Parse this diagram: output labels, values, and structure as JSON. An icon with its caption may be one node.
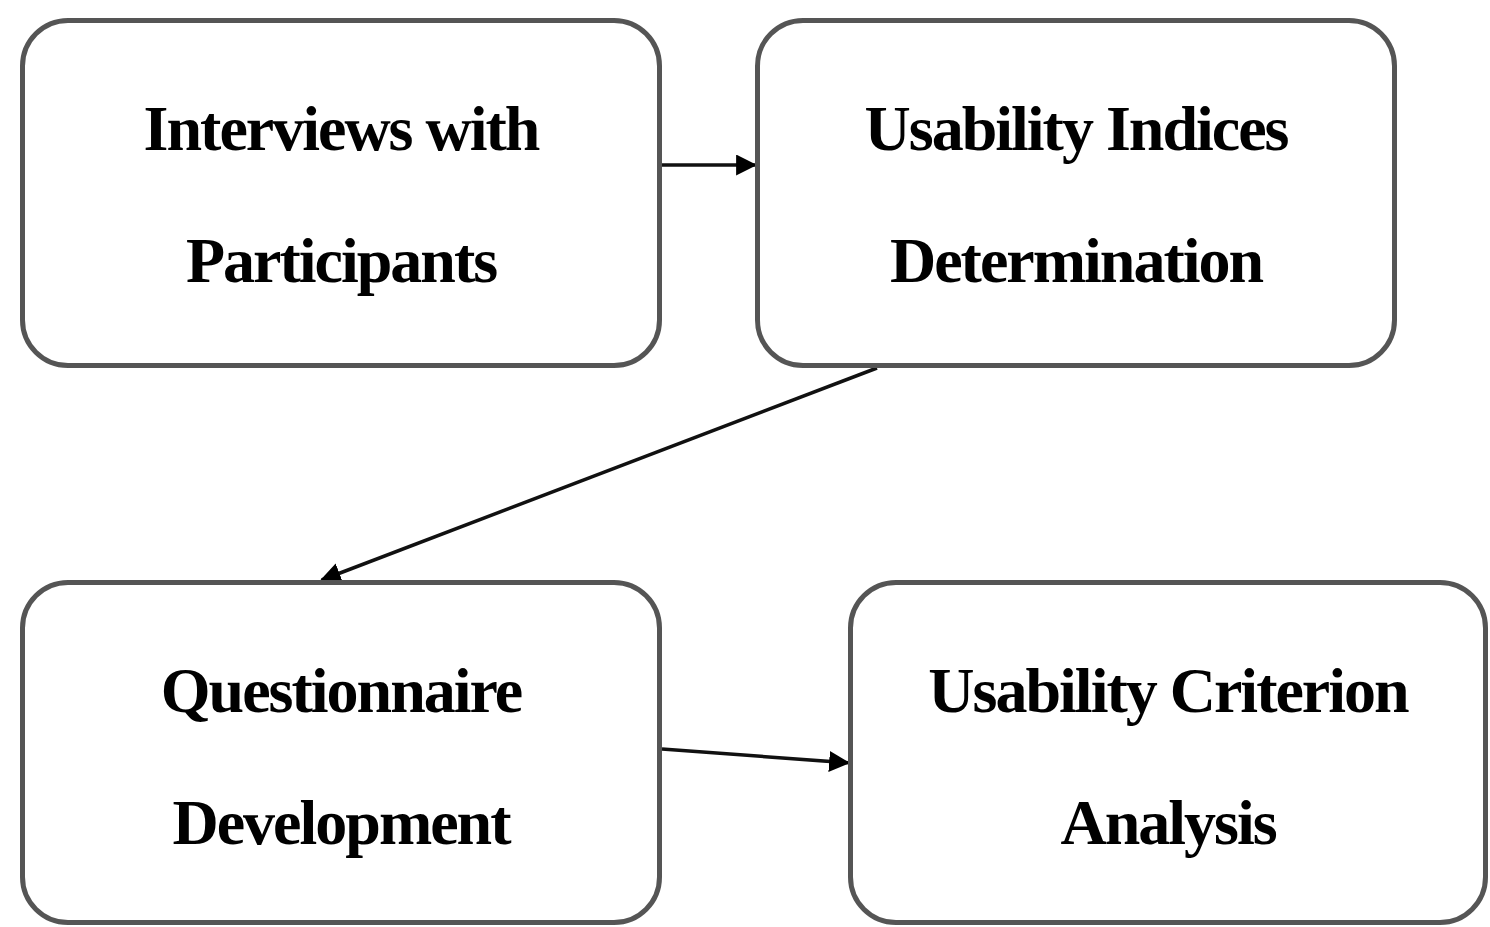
{
  "diagram": {
    "nodes": [
      {
        "text": [
          "Interviews with Participants"
        ]
      },
      {
        "text": [
          "Usability Indices Determination"
        ]
      },
      {
        "text": [
          "Questionnaire Development"
        ]
      },
      {
        "text": [
          "Usability Criterion Analysis"
        ]
      }
    ],
    "edges": [
      {
        "from": 0,
        "to": 1,
        "arrow": "to"
      },
      {
        "from": 1,
        "to": 2,
        "arrow": "to"
      },
      {
        "from": 2,
        "to": 3,
        "arrow": "to"
      }
    ]
  }
}
